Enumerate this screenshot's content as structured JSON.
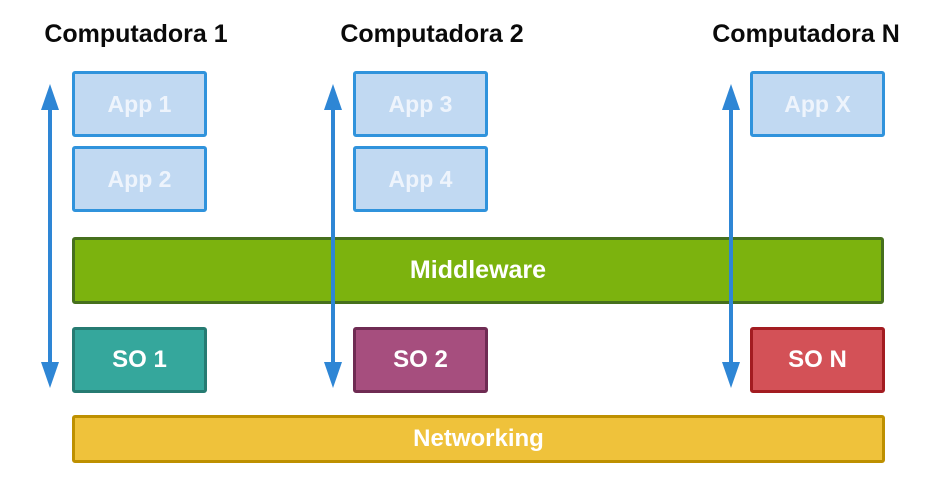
{
  "diagram": {
    "computers": [
      {
        "title": "Computadora 1",
        "apps": [
          "App 1",
          "App 2"
        ],
        "os": "SO 1"
      },
      {
        "title": "Computadora 2",
        "apps": [
          "App 3",
          "App 4"
        ],
        "os": "SO 2"
      },
      {
        "title": "Computadora N",
        "apps": [
          "App X"
        ],
        "os": "SO N"
      }
    ],
    "middleware_label": "Middleware",
    "networking_label": "Networking"
  },
  "colors": {
    "heading-text": "#0a0a0a",
    "box-text": "#ffffff",
    "app-text": "#eef4fc",
    "app-fill": "#c1d9f2",
    "app-border": "#3093dc",
    "middleware-fill": "#7cb30e",
    "middleware-border": "#46701d",
    "so1-fill": "#35a79c",
    "so1-border": "#267b72",
    "so2-fill": "#a64e7e",
    "so2-border": "#6f2b53",
    "son-fill": "#d35157",
    "son-border": "#a31c21",
    "networking-fill": "#efc23b",
    "networking-border": "#be9000",
    "arrow": "#2e86d5"
  }
}
